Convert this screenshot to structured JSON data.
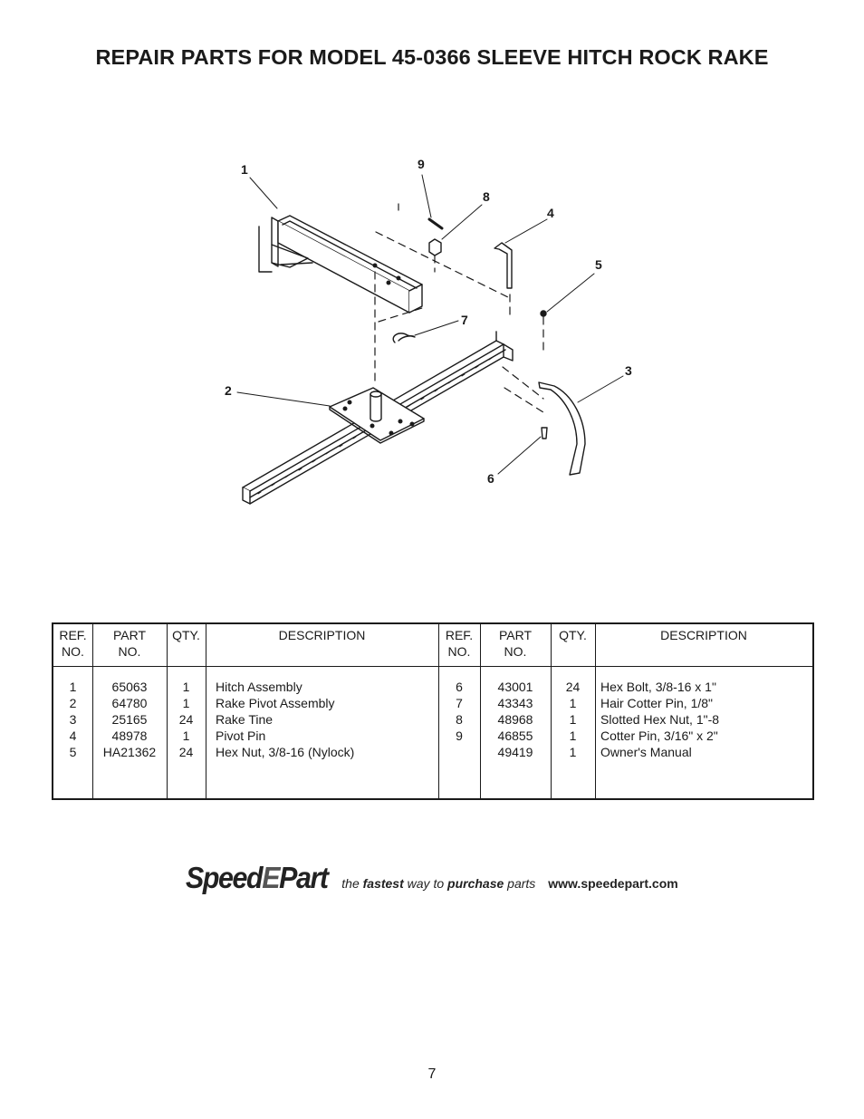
{
  "title": "REPAIR PARTS FOR MODEL 45-0366 SLEEVE HITCH ROCK RAKE",
  "callouts": [
    "1",
    "2",
    "3",
    "4",
    "5",
    "6",
    "7",
    "8",
    "9"
  ],
  "table": {
    "headers": {
      "ref": "REF.\nNO.",
      "part": "PART\nNO.",
      "qty": "QTY.",
      "desc": "DESCRIPTION"
    },
    "left": {
      "ref": "1\n2\n3\n4\n5",
      "part": "65063\n64780\n25165\n48978\nHA21362",
      "qty": "1\n1\n24\n1\n24",
      "desc": "Hitch Assembly\nRake Pivot Assembly\nRake Tine\nPivot Pin\nHex Nut, 3/8-16 (Nylock)"
    },
    "right": {
      "ref": "6\n7\n8\n9",
      "part": "43001\n43343\n48968\n46855\n49419",
      "qty": "24\n1\n1\n1\n1",
      "desc": "Hex Bolt, 3/8-16 x 1\"\nHair Cotter Pin, 1/8\"\nSlotted Hex Nut, 1\"-8\nCotter Pin, 3/16\" x 2\"\nOwner's Manual"
    }
  },
  "footer": {
    "logo_part1": "Speed",
    "logo_part2": "E",
    "logo_part3": "Part",
    "tag_the": "the",
    "tag_fastest": "fastest",
    "tag_way": "way to",
    "tag_purchase": "purchase",
    "tag_parts": "parts",
    "url": "www.speedepart.com"
  },
  "page_number": "7"
}
